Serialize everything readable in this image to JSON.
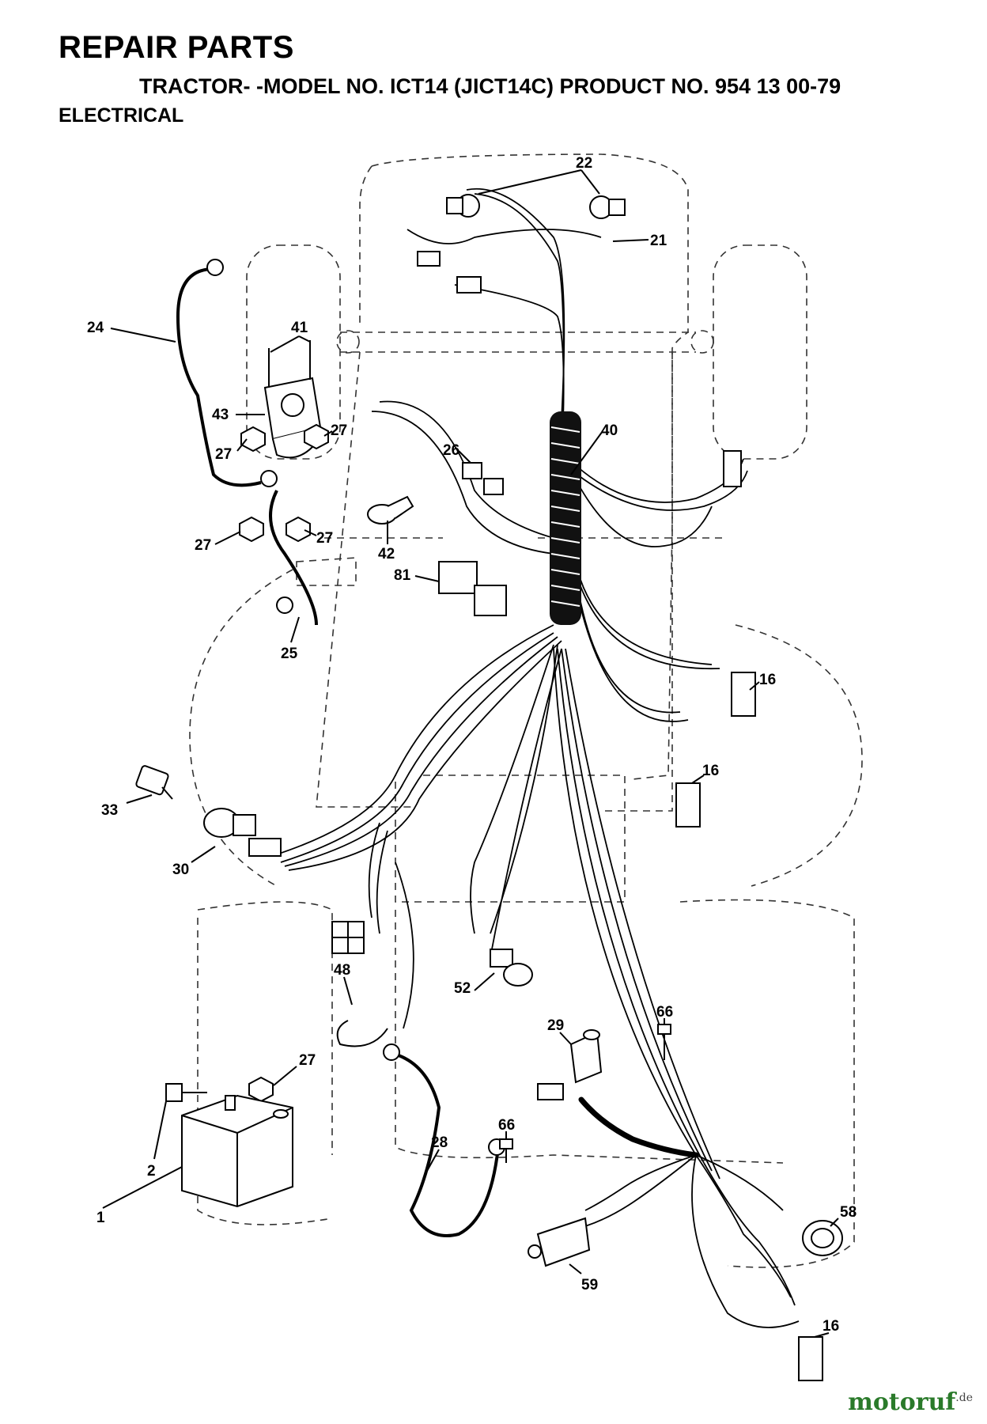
{
  "header": {
    "title": "REPAIR PARTS",
    "subtitle": "TRACTOR- -MODEL NO. ICT14 (JICT14C) PRODUCT NO. 954 13 00-79",
    "section": "ELECTRICAL"
  },
  "watermark": {
    "brand": "motoruf",
    "suffix": ".de"
  },
  "diagram": {
    "part_labels": [
      "22",
      "21",
      "24",
      "41",
      "43",
      "27",
      "27",
      "27",
      "27",
      "40",
      "26",
      "42",
      "81",
      "25",
      "16",
      "16",
      "33",
      "30",
      "48",
      "52",
      "29",
      "66",
      "27",
      "2",
      "1",
      "28",
      "66",
      "58",
      "59",
      "16"
    ]
  }
}
